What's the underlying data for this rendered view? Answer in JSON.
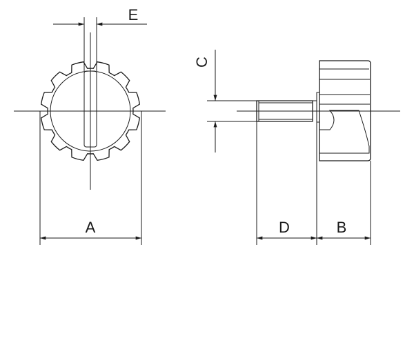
{
  "drawing": {
    "labels": {
      "A": "A",
      "B": "B",
      "C": "C",
      "D": "D",
      "E": "E"
    },
    "gear_teeth": 12,
    "line_color": "#1a1a1a"
  }
}
